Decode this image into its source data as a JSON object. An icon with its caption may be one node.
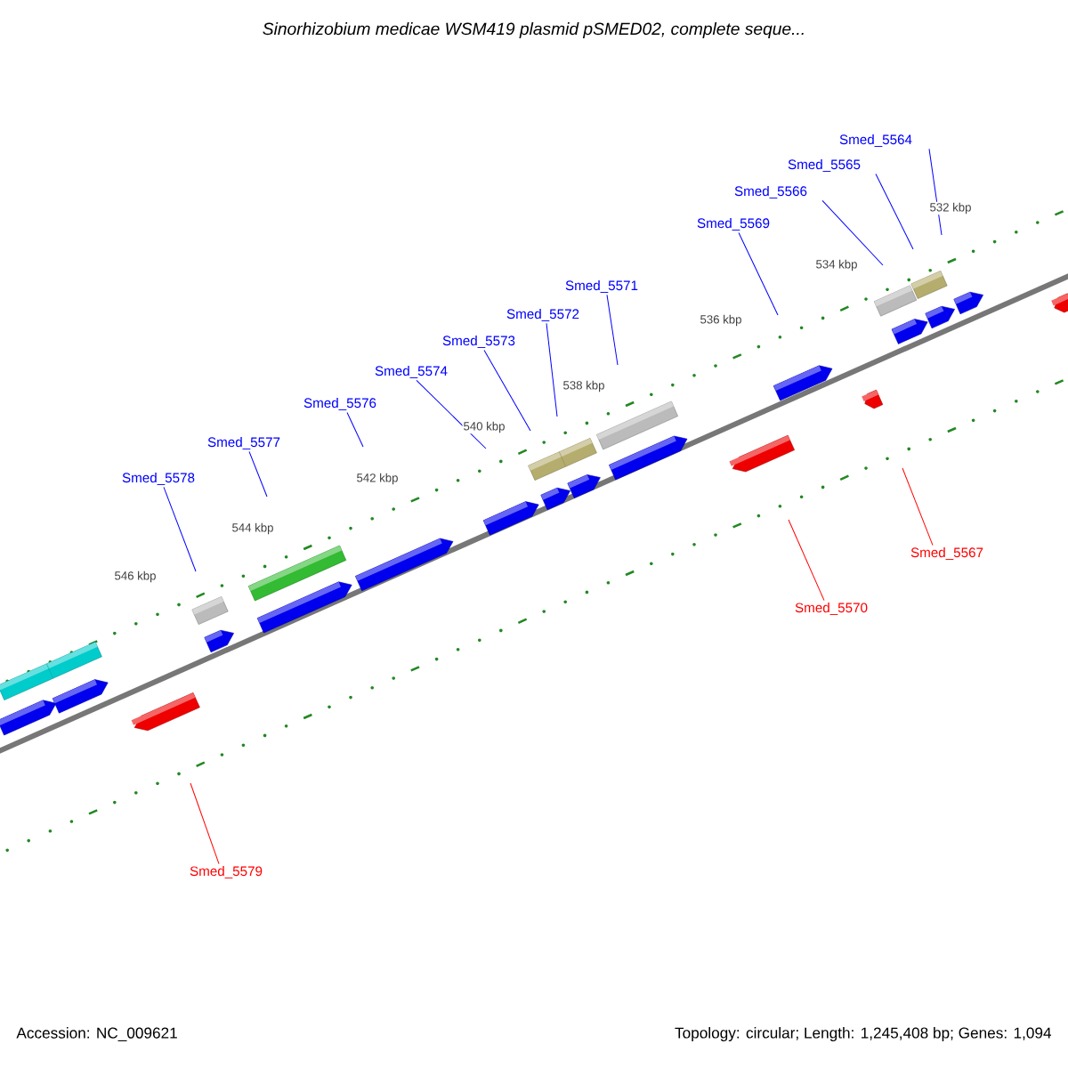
{
  "diagram": {
    "title": "*Sinorhizobium medicae* WSM419 plasmid pSMED02, complete seque...",
    "nodes": [
      {
        "text": [
          "Smed_5564"
        ]
      },
      {
        "text": [
          "Smed_5565"
        ]
      },
      {
        "text": [
          "Smed_5566"
        ]
      },
      {
        "text": [
          "Smed_5569"
        ]
      },
      {
        "text": [
          "Smed_5571"
        ]
      },
      {
        "text": [
          "Smed_5572"
        ]
      },
      {
        "text": [
          "Smed_5573"
        ]
      },
      {
        "text": [
          "Smed_5574"
        ]
      },
      {
        "text": [
          "Smed_5576"
        ]
      },
      {
        "text": [
          "Smed_5577"
        ]
      },
      {
        "text": [
          "Smed_5578"
        ]
      },
      {
        "text": [
          "Smed_5567"
        ]
      },
      {
        "text": [
          "Smed_5570"
        ]
      },
      {
        "text": [
          "Smed_5579"
        ]
      }
    ],
    "edges": [
      {
        "from": 0,
        "to": null,
        "arrow": "none"
      },
      {
        "from": 1,
        "to": null,
        "arrow": "none"
      },
      {
        "from": 2,
        "to": null,
        "arrow": "none"
      },
      {
        "from": 3,
        "to": null,
        "arrow": "none"
      },
      {
        "from": 4,
        "to": null,
        "arrow": "none"
      },
      {
        "from": 5,
        "to": null,
        "arrow": "none"
      },
      {
        "from": 6,
        "to": null,
        "arrow": "none"
      },
      {
        "from": 7,
        "to": null,
        "arrow": "none"
      },
      {
        "from": 8,
        "to": null,
        "arrow": "none"
      },
      {
        "from": 9,
        "to": null,
        "arrow": "none"
      },
      {
        "from": 10,
        "to": null,
        "arrow": "none"
      },
      {
        "from": 11,
        "to": null,
        "arrow": "none",
        "color": "#ff0000"
      },
      {
        "from": 12,
        "to": null,
        "arrow": "none",
        "color": "#ff0000"
      },
      {
        "from": 13,
        "to": null,
        "arrow": "none",
        "color": "#ff0000"
      }
    ],
    "labels": [
      "532 kbp",
      "534 kbp",
      "536 kbp",
      "538 kbp",
      "540 kbp",
      "542 kbp",
      "544 kbp",
      "546 kbp",
      "Accession: NC_009621",
      "Topology: circular; Length: 1,245,408 bp; Genes: 1,094"
    ]
  }
}
